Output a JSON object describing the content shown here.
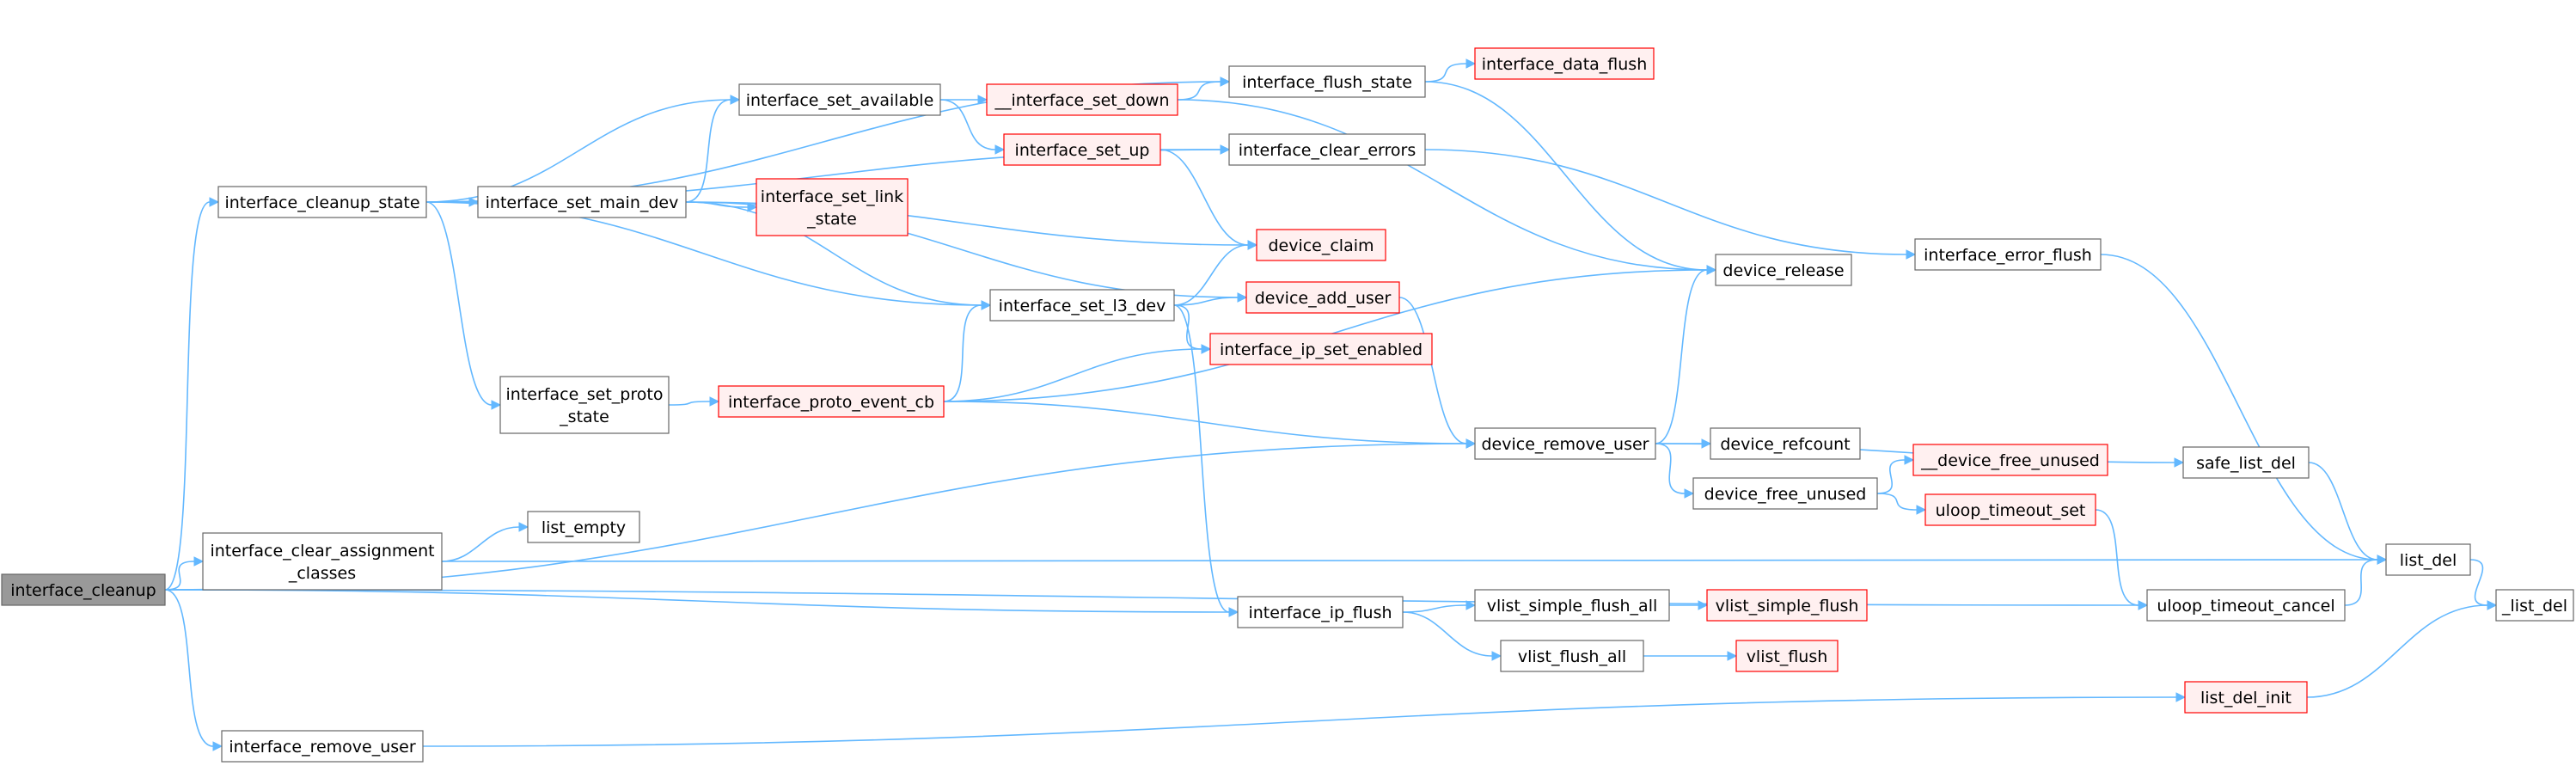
{
  "colors": {
    "edge": "#63b8ff",
    "focus_fill": "#999999",
    "focus_border": "#666666",
    "normal_fill": "#ffffff",
    "normal_border": "#666666",
    "truncated_fill": "#fff0f0",
    "truncated_border": "#ff0000"
  },
  "nodes": [
    {
      "id": "interface_cleanup",
      "lines": [
        "interface_cleanup"
      ],
      "style": "focus"
    },
    {
      "id": "interface_cleanup_state",
      "lines": [
        "interface_cleanup_state"
      ],
      "style": "normal"
    },
    {
      "id": "interface_clear_assignment_classes",
      "lines": [
        "interface_clear_assignment",
        "_classes"
      ],
      "style": "normal"
    },
    {
      "id": "interface_remove_user",
      "lines": [
        "interface_remove_user"
      ],
      "style": "normal"
    },
    {
      "id": "interface_set_available",
      "lines": [
        "interface_set_available"
      ],
      "style": "normal"
    },
    {
      "id": "interface_set_main_dev",
      "lines": [
        "interface_set_main_dev"
      ],
      "style": "normal"
    },
    {
      "id": "interface_set_proto_state",
      "lines": [
        "interface_set_proto",
        "_state"
      ],
      "style": "normal"
    },
    {
      "id": "list_empty",
      "lines": [
        "list_empty"
      ],
      "style": "normal"
    },
    {
      "id": "__interface_set_down",
      "lines": [
        "__interface_set_down"
      ],
      "style": "truncated"
    },
    {
      "id": "interface_set_up",
      "lines": [
        "interface_set_up"
      ],
      "style": "truncated"
    },
    {
      "id": "interface_set_link_state",
      "lines": [
        "interface_set_link",
        "_state"
      ],
      "style": "truncated"
    },
    {
      "id": "interface_proto_event_cb",
      "lines": [
        "interface_proto_event_cb"
      ],
      "style": "truncated"
    },
    {
      "id": "interface_set_l3_dev",
      "lines": [
        "interface_set_l3_dev"
      ],
      "style": "normal"
    },
    {
      "id": "interface_flush_state",
      "lines": [
        "interface_flush_state"
      ],
      "style": "normal"
    },
    {
      "id": "interface_clear_errors",
      "lines": [
        "interface_clear_errors"
      ],
      "style": "normal"
    },
    {
      "id": "device_claim",
      "lines": [
        "device_claim"
      ],
      "style": "truncated"
    },
    {
      "id": "device_add_user",
      "lines": [
        "device_add_user"
      ],
      "style": "truncated"
    },
    {
      "id": "interface_ip_set_enabled",
      "lines": [
        "interface_ip_set_enabled"
      ],
      "style": "truncated"
    },
    {
      "id": "interface_ip_flush",
      "lines": [
        "interface_ip_flush"
      ],
      "style": "normal"
    },
    {
      "id": "interface_data_flush",
      "lines": [
        "interface_data_flush"
      ],
      "style": "truncated"
    },
    {
      "id": "device_release",
      "lines": [
        "device_release"
      ],
      "style": "normal"
    },
    {
      "id": "device_remove_user",
      "lines": [
        "device_remove_user"
      ],
      "style": "normal"
    },
    {
      "id": "device_refcount",
      "lines": [
        "device_refcount"
      ],
      "style": "normal"
    },
    {
      "id": "device_free_unused",
      "lines": [
        "device_free_unused"
      ],
      "style": "normal"
    },
    {
      "id": "vlist_simple_flush_all",
      "lines": [
        "vlist_simple_flush_all"
      ],
      "style": "normal"
    },
    {
      "id": "vlist_flush_all",
      "lines": [
        "vlist_flush_all"
      ],
      "style": "normal"
    },
    {
      "id": "__device_free_unused",
      "lines": [
        "__device_free_unused"
      ],
      "style": "truncated"
    },
    {
      "id": "uloop_timeout_set",
      "lines": [
        "uloop_timeout_set"
      ],
      "style": "truncated"
    },
    {
      "id": "vlist_simple_flush",
      "lines": [
        "vlist_simple_flush"
      ],
      "style": "truncated"
    },
    {
      "id": "vlist_flush",
      "lines": [
        "vlist_flush"
      ],
      "style": "truncated"
    },
    {
      "id": "interface_error_flush",
      "lines": [
        "interface_error_flush"
      ],
      "style": "normal"
    },
    {
      "id": "safe_list_del",
      "lines": [
        "safe_list_del"
      ],
      "style": "normal"
    },
    {
      "id": "uloop_timeout_cancel",
      "lines": [
        "uloop_timeout_cancel"
      ],
      "style": "normal"
    },
    {
      "id": "list_del_init",
      "lines": [
        "list_del_init"
      ],
      "style": "truncated"
    },
    {
      "id": "list_del",
      "lines": [
        "list_del"
      ],
      "style": "normal"
    },
    {
      "id": "_list_del",
      "lines": [
        "_list_del"
      ],
      "style": "normal"
    }
  ],
  "edges": [
    [
      "interface_cleanup",
      "interface_cleanup_state"
    ],
    [
      "interface_cleanup",
      "interface_clear_assignment_classes"
    ],
    [
      "interface_cleanup",
      "interface_remove_user"
    ],
    [
      "interface_cleanup",
      "device_remove_user"
    ],
    [
      "interface_cleanup",
      "interface_ip_flush"
    ],
    [
      "interface_cleanup",
      "uloop_timeout_cancel"
    ],
    [
      "interface_cleanup_state",
      "interface_set_available"
    ],
    [
      "interface_cleanup_state",
      "interface_set_main_dev"
    ],
    [
      "interface_cleanup_state",
      "interface_set_proto_state"
    ],
    [
      "interface_cleanup_state",
      "interface_flush_state"
    ],
    [
      "interface_cleanup_state",
      "interface_clear_errors"
    ],
    [
      "interface_cleanup_state",
      "interface_set_l3_dev"
    ],
    [
      "interface_set_main_dev",
      "interface_set_available"
    ],
    [
      "interface_set_main_dev",
      "interface_set_link_state"
    ],
    [
      "interface_set_main_dev",
      "interface_set_l3_dev"
    ],
    [
      "interface_set_main_dev",
      "device_claim"
    ],
    [
      "interface_set_main_dev",
      "device_add_user"
    ],
    [
      "interface_set_available",
      "__interface_set_down"
    ],
    [
      "interface_set_available",
      "interface_set_up"
    ],
    [
      "__interface_set_down",
      "interface_flush_state"
    ],
    [
      "__interface_set_down",
      "device_release"
    ],
    [
      "interface_set_up",
      "interface_clear_errors"
    ],
    [
      "interface_set_up",
      "device_claim"
    ],
    [
      "interface_flush_state",
      "interface_data_flush"
    ],
    [
      "interface_flush_state",
      "device_release"
    ],
    [
      "interface_clear_errors",
      "interface_error_flush"
    ],
    [
      "interface_set_proto_state",
      "interface_proto_event_cb"
    ],
    [
      "interface_proto_event_cb",
      "interface_set_l3_dev"
    ],
    [
      "interface_proto_event_cb",
      "interface_ip_set_enabled"
    ],
    [
      "interface_proto_event_cb",
      "device_release"
    ],
    [
      "interface_proto_event_cb",
      "device_remove_user"
    ],
    [
      "interface_set_l3_dev",
      "device_claim"
    ],
    [
      "interface_set_l3_dev",
      "device_add_user"
    ],
    [
      "interface_set_l3_dev",
      "interface_ip_set_enabled"
    ],
    [
      "interface_set_l3_dev",
      "interface_ip_flush"
    ],
    [
      "device_add_user",
      "device_remove_user"
    ],
    [
      "device_remove_user",
      "device_release"
    ],
    [
      "device_remove_user",
      "device_refcount"
    ],
    [
      "device_remove_user",
      "device_free_unused"
    ],
    [
      "device_remove_user",
      "safe_list_del"
    ],
    [
      "device_free_unused",
      "__device_free_unused"
    ],
    [
      "device_free_unused",
      "uloop_timeout_set"
    ],
    [
      "uloop_timeout_set",
      "uloop_timeout_cancel"
    ],
    [
      "interface_clear_assignment_classes",
      "list_empty"
    ],
    [
      "interface_clear_assignment_classes",
      "list_del"
    ],
    [
      "interface_ip_flush",
      "vlist_simple_flush_all"
    ],
    [
      "interface_ip_flush",
      "vlist_flush_all"
    ],
    [
      "vlist_simple_flush_all",
      "vlist_simple_flush"
    ],
    [
      "vlist_flush_all",
      "vlist_flush"
    ],
    [
      "interface_error_flush",
      "list_del"
    ],
    [
      "safe_list_del",
      "list_del"
    ],
    [
      "uloop_timeout_cancel",
      "list_del"
    ],
    [
      "list_del",
      "_list_del"
    ],
    [
      "list_del_init",
      "_list_del"
    ],
    [
      "interface_remove_user",
      "list_del_init"
    ]
  ]
}
